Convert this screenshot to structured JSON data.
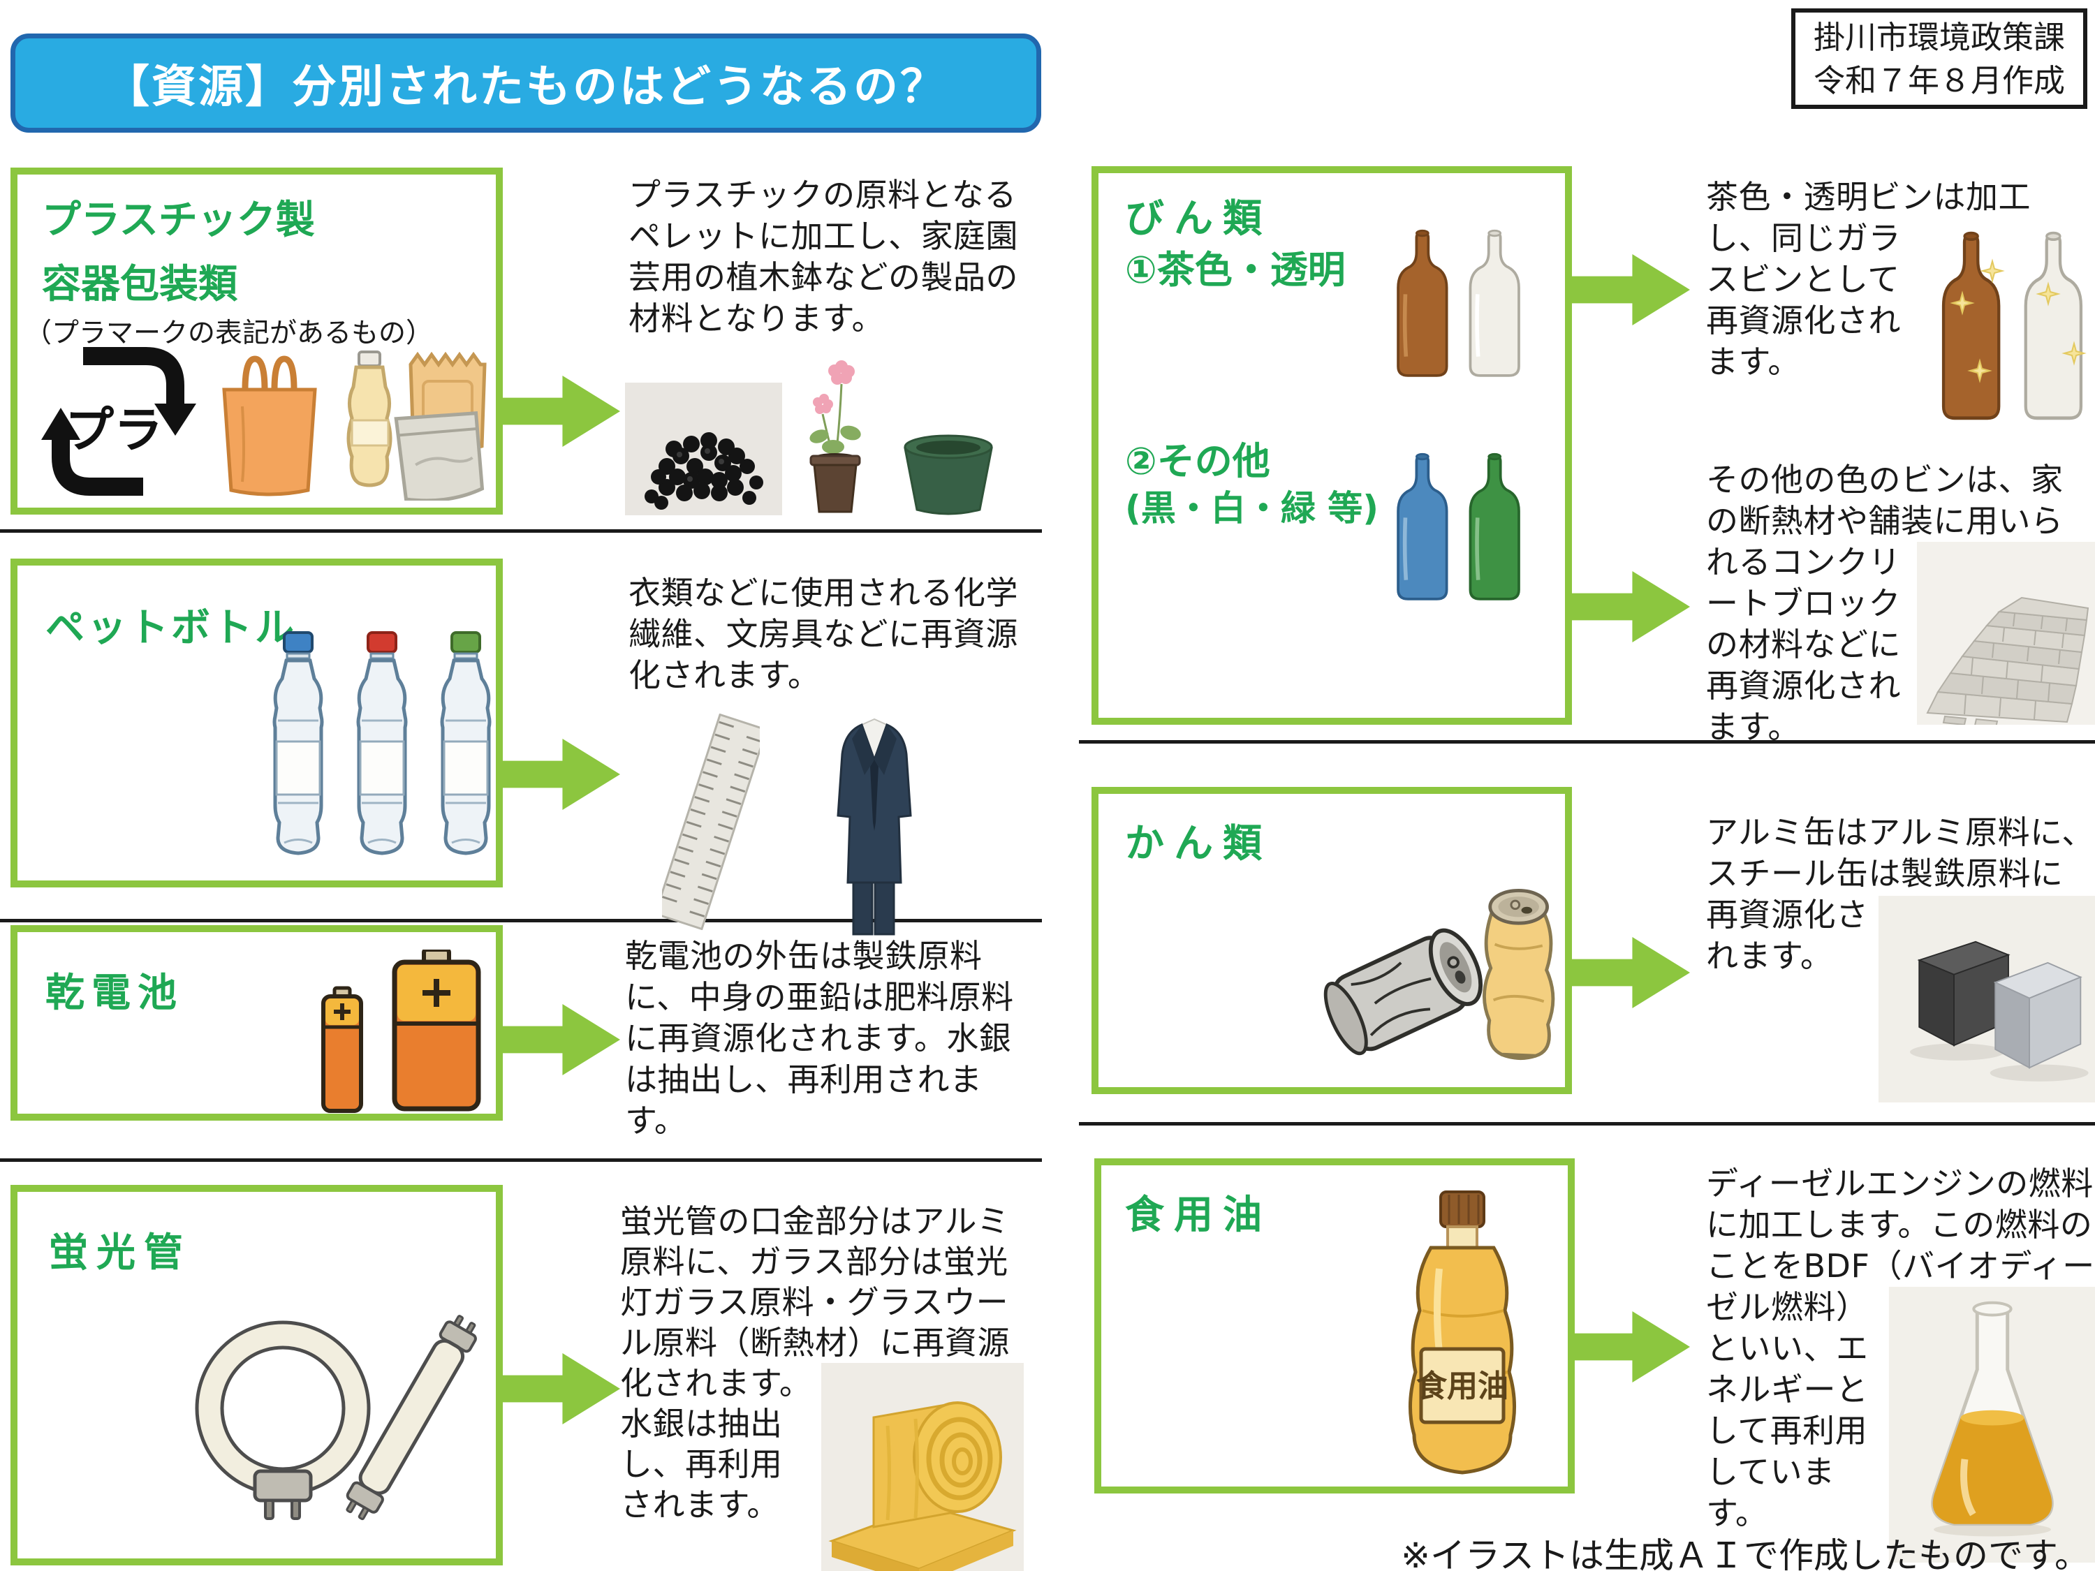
{
  "colors": {
    "accent_green": "#8CC63F",
    "title_green": "#1FA854",
    "header_bg": "#29ABE2",
    "header_border": "#2167AE"
  },
  "header": {
    "title": "【資源】分別されたものはどうなるの？"
  },
  "credit": {
    "line1": "掛川市環境政策課",
    "line2": "令和７年８月作成"
  },
  "footer": {
    "note": "※イラストは生成ＡＩで作成したものです。"
  },
  "sections": {
    "plastic": {
      "title_line1": "プラスチック製",
      "title_line2": "容器包装類",
      "subtitle": "（プラマークの表記があるもの）",
      "pla_mark_text": "プラ",
      "description": "プラスチックの原料となるペレットに加工し、家庭園芸用の植木鉢などの製品の材料となります。"
    },
    "pet": {
      "title": "ペットボトル",
      "description": "衣類などに使用される化学繊維、文房具などに再資源化されます。"
    },
    "battery": {
      "title": "乾電池",
      "description": "乾電池の外缶は製鉄原料に、中身の亜鉛は肥料原料に再資源化されます。水銀は抽出し、再利用されます。"
    },
    "fluorescent": {
      "title": "蛍光管",
      "description": "蛍光管の口金部分はアルミ原料に、ガラス部分は蛍光灯ガラス原料・グラスウール原料（断熱材）に再資源化されます。水銀は抽出し、再利用されます。"
    },
    "bottles": {
      "title": "びん類",
      "cat1_label": "①茶色・透明",
      "cat2_label": "②その他",
      "cat2_note": "(黒・白・緑 等)",
      "description1": "茶色・透明ビンは加工し、同じガラスビンとして再資源化されます。",
      "description2": "その他の色のビンは、家の断熱材や舗装に用いられるコンクリートブロックの材料などに再資源化されます。"
    },
    "cans": {
      "title": "かん類",
      "description": "アルミ缶はアルミ原料に、スチール缶は製鉄原料に再資源化されます。"
    },
    "oil": {
      "title": "食用油",
      "bottle_label": "食用油",
      "description": "ディーゼルエンジンの燃料に加工します。この燃料のことをBDF（バイオディーゼル燃料）といい、エネルギーとして再利用しています。"
    }
  }
}
